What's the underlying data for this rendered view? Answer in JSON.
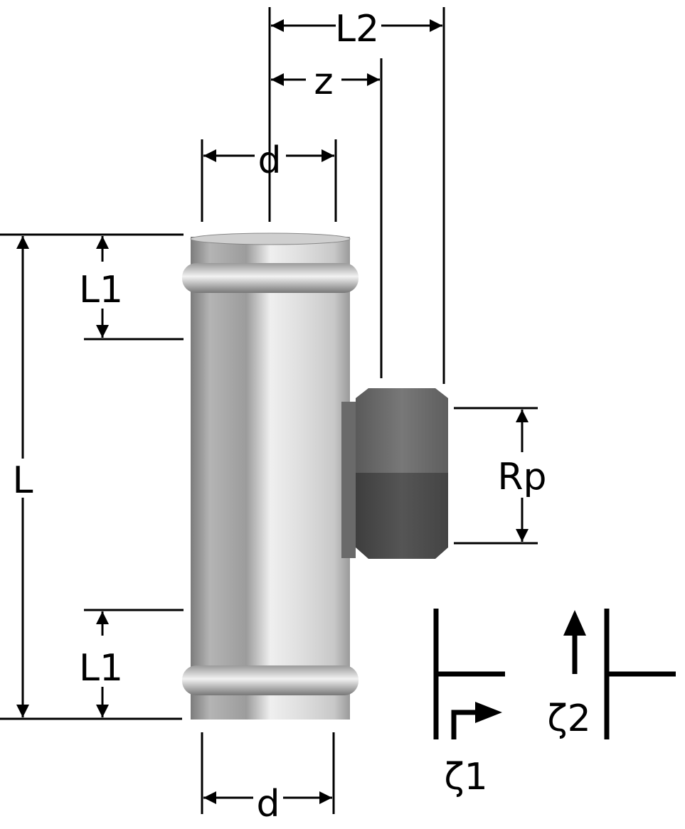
{
  "labels": {
    "L2": "L2",
    "z": "z",
    "d_top": "d",
    "d_bottom": "d",
    "L1_top": "L1",
    "L1_bottom": "L1",
    "L": "L",
    "Rp": "Rp",
    "zeta1": "ζ1",
    "zeta2": "ζ2"
  },
  "colors": {
    "line": "#000000",
    "pipe_light": "#e6e6e6",
    "pipe_dark": "#8a8a8a",
    "nut_dark": "#555555",
    "nut_light": "#707070"
  }
}
